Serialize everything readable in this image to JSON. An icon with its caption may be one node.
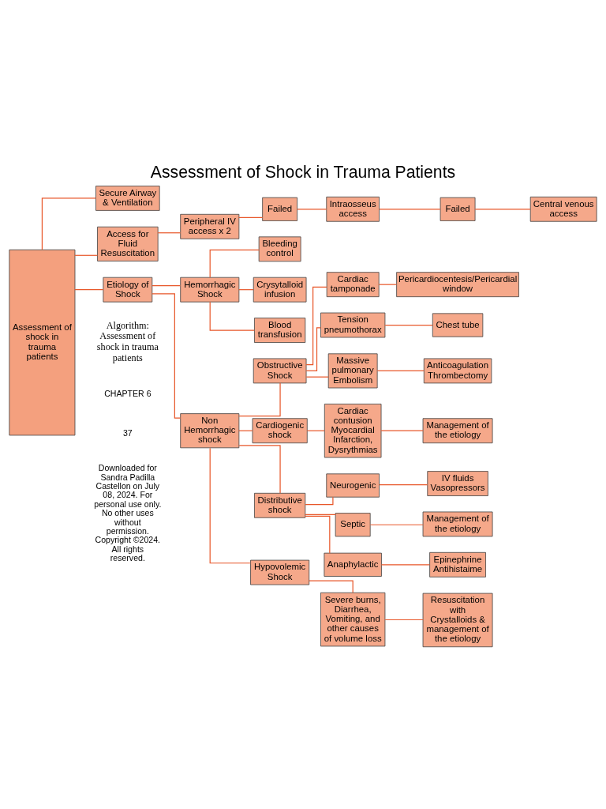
{
  "diagram": {
    "title": "Assessment of Shock in Trauma Patients",
    "caption": "Algorithm: Assessment of shock in trauma patients",
    "nodes": [
      {
        "text": [
          "Assessment of shock in trauma patients"
        ]
      },
      {
        "text": [
          "Secure Airway & Ventilation"
        ]
      },
      {
        "text": [
          "Access for Fluid Resuscitation"
        ]
      },
      {
        "text": [
          "Peripheral IV access x 2"
        ]
      },
      {
        "text": [
          "Failed"
        ]
      },
      {
        "text": [
          "Intraosseus access"
        ]
      },
      {
        "text": [
          "Failed"
        ]
      },
      {
        "text": [
          "Central venous access"
        ]
      },
      {
        "text": [
          "Etiology of Shock"
        ]
      },
      {
        "text": [
          "Hemorrhagic Shock"
        ]
      },
      {
        "text": [
          "Bleeding control"
        ]
      },
      {
        "text": [
          "Crysytalloid infusion"
        ]
      },
      {
        "text": [
          "Blood transfusion"
        ]
      },
      {
        "text": [
          "Non Hemorrhagic shock"
        ]
      },
      {
        "text": [
          "Obstructive Shock"
        ]
      },
      {
        "text": [
          "Cardiac tamponade"
        ]
      },
      {
        "text": [
          "Pericardiocentesis/Pericardial window"
        ]
      },
      {
        "text": [
          "Tension pneumothorax"
        ]
      },
      {
        "text": [
          "Chest tube"
        ]
      },
      {
        "text": [
          "Massive pulmonary Embolism"
        ]
      },
      {
        "text": [
          "Anticoagulation Thrombectomy"
        ]
      },
      {
        "text": [
          "Cardiogenic shock"
        ]
      },
      {
        "text": [
          "Cardiac contusion Myocardial Infarction, Dysrythmias"
        ]
      },
      {
        "text": [
          "Management of the etiology"
        ]
      },
      {
        "text": [
          "Distributive shock"
        ]
      },
      {
        "text": [
          "Neurogenic"
        ]
      },
      {
        "text": [
          "IV fluids Vasopressors"
        ]
      },
      {
        "text": [
          "Septic"
        ]
      },
      {
        "text": [
          "Management of the etiology"
        ]
      },
      {
        "text": [
          "Anaphylactic"
        ]
      },
      {
        "text": [
          "Epinephrine Antihistaime"
        ]
      },
      {
        "text": [
          "Hypovolemic Shock"
        ]
      },
      {
        "text": [
          "Severe burns, Diarrhea, Vomiting, and other causes of volume loss"
        ]
      },
      {
        "text": [
          "Resuscitation with Crystalloids & management of the etiology"
        ]
      }
    ],
    "edges": [
      {
        "from": 0,
        "to": 1,
        "arrow": "none"
      },
      {
        "from": 0,
        "to": 2,
        "arrow": "none"
      },
      {
        "from": 0,
        "to": 8,
        "arrow": "none"
      },
      {
        "from": 2,
        "to": 3,
        "arrow": "none"
      },
      {
        "from": 3,
        "to": 4,
        "arrow": "none"
      },
      {
        "from": 4,
        "to": 5,
        "arrow": "none"
      },
      {
        "from": 5,
        "to": 6,
        "arrow": "none"
      },
      {
        "from": 6,
        "to": 7,
        "arrow": "none"
      },
      {
        "from": 8,
        "to": 9,
        "arrow": "none"
      },
      {
        "from": 8,
        "to": 13,
        "arrow": "none"
      },
      {
        "from": 9,
        "to": 10,
        "arrow": "none"
      },
      {
        "from": 9,
        "to": 11,
        "arrow": "none"
      },
      {
        "from": 9,
        "to": 12,
        "arrow": "none"
      },
      {
        "from": 13,
        "to": 14,
        "arrow": "none"
      },
      {
        "from": 13,
        "to": 21,
        "arrow": "none"
      },
      {
        "from": 13,
        "to": 24,
        "arrow": "none"
      },
      {
        "from": 13,
        "to": 31,
        "arrow": "none"
      },
      {
        "from": 14,
        "to": 15,
        "arrow": "none"
      },
      {
        "from": 14,
        "to": 17,
        "arrow": "none"
      },
      {
        "from": 14,
        "to": 19,
        "arrow": "none"
      },
      {
        "from": 15,
        "to": 16,
        "arrow": "none"
      },
      {
        "from": 17,
        "to": 18,
        "arrow": "none"
      },
      {
        "from": 19,
        "to": 20,
        "arrow": "none"
      },
      {
        "from": 21,
        "to": 22,
        "arrow": "none"
      },
      {
        "from": 22,
        "to": 23,
        "arrow": "none"
      },
      {
        "from": 24,
        "to": 25,
        "arrow": "none"
      },
      {
        "from": 24,
        "to": 27,
        "arrow": "none"
      },
      {
        "from": 24,
        "to": 29,
        "arrow": "none"
      },
      {
        "from": 25,
        "to": 26,
        "arrow": "none"
      },
      {
        "from": 27,
        "to": 28,
        "arrow": "none"
      },
      {
        "from": 29,
        "to": 30,
        "arrow": "none"
      },
      {
        "from": 31,
        "to": 32,
        "arrow": "none"
      },
      {
        "from": 32,
        "to": 33,
        "arrow": "none"
      }
    ],
    "labels": [
      "CHAPTER 6",
      "37",
      "Downloaded for Sandra Padilla Castellon on July 08, 2024. For personal use only. No other uses without permission. Copyright ©2024. All rights reserved."
    ]
  }
}
